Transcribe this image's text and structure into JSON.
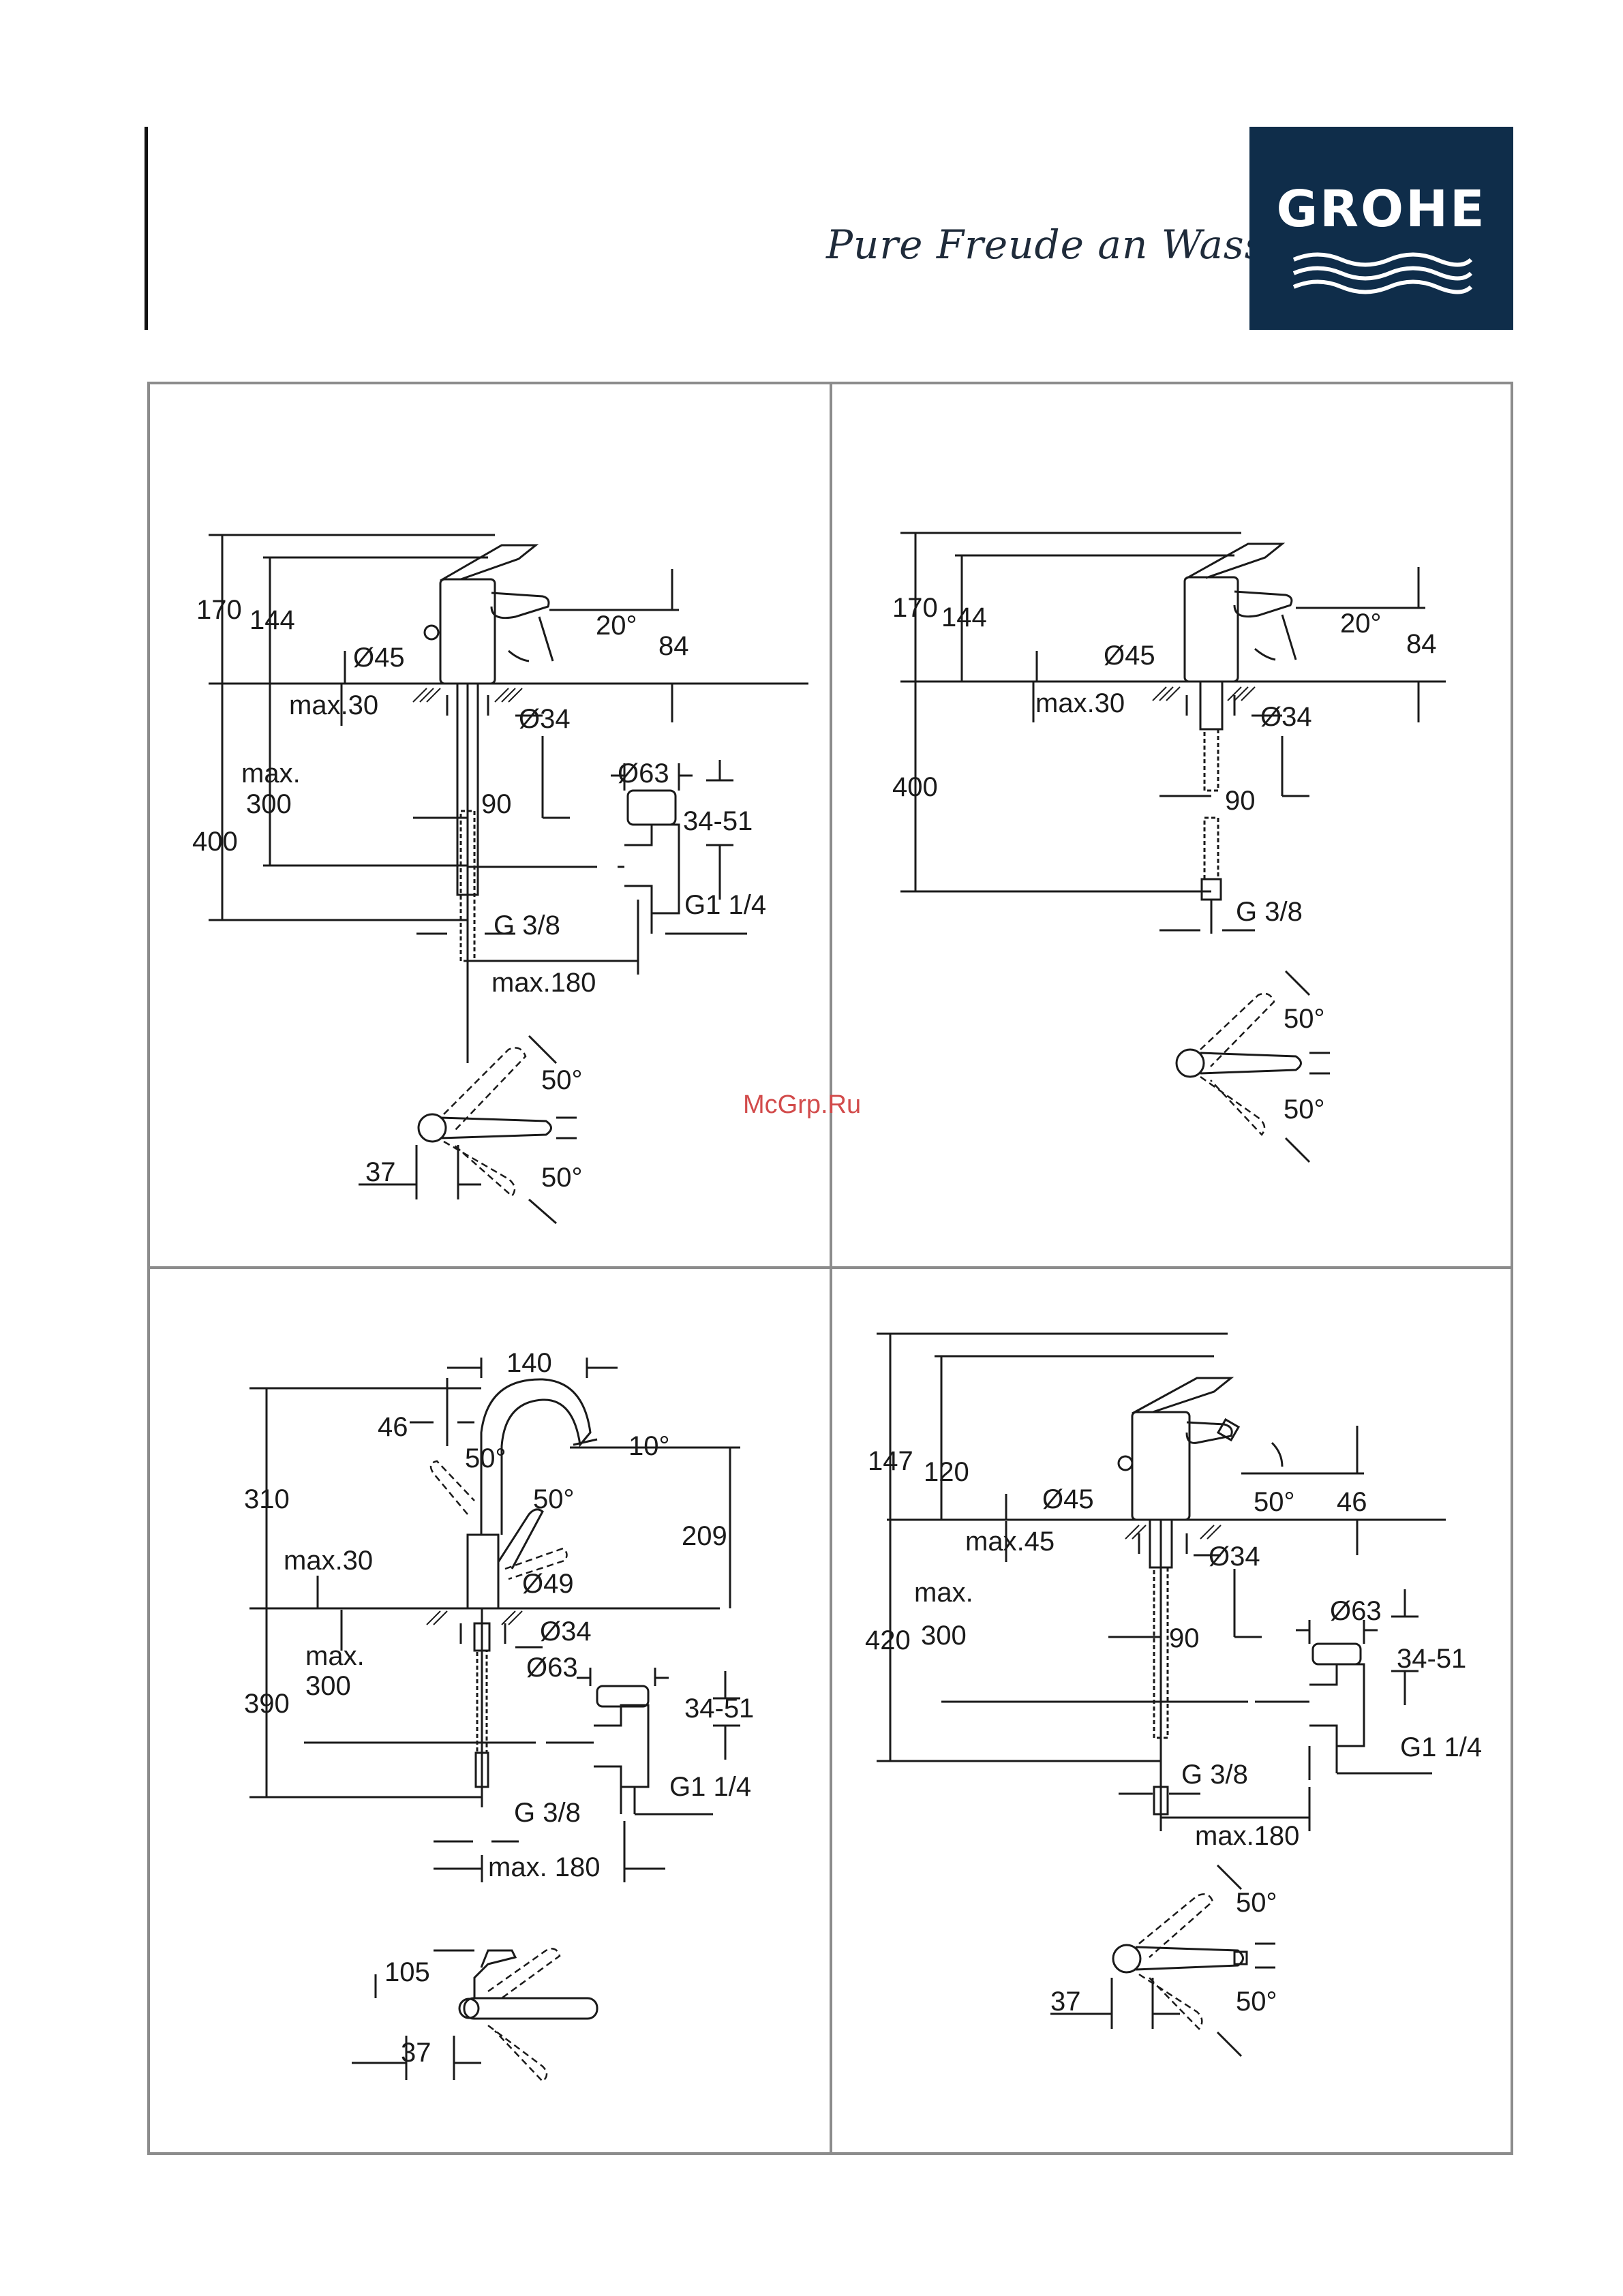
{
  "brand": {
    "logo_text": "GROHE",
    "tagline": "Pure Freude an Wasser",
    "color": "#0f2d4a"
  },
  "watermark": "McGrp.Ru",
  "panels": [
    {
      "id": "basin-mixer-popup",
      "dims": {
        "h_total": "170",
        "h_spout": "144",
        "d_base": "Ø45",
        "angle": "20°",
        "h_outlet": "84",
        "max_thick": "max.30",
        "d_hole": "Ø34",
        "d_waste": "Ø63",
        "max_word": "max.",
        "max_val": "300",
        "tail_len": "400",
        "reach": "90",
        "waste_range": "34-51",
        "thread_inlet": "G 3/8",
        "thread_waste": "G1 1/4",
        "max_rod": "max.180",
        "lever_angle_a": "50°",
        "lever_angle_b": "50°",
        "lever_offset": "37"
      }
    },
    {
      "id": "basin-mixer-smooth",
      "dims": {
        "h_total": "170",
        "h_spout": "144",
        "d_base": "Ø45",
        "angle": "20°",
        "h_outlet": "84",
        "max_thick": "max.30",
        "d_hole": "Ø34",
        "tail_len": "400",
        "reach": "90",
        "thread_inlet": "G 3/8",
        "lever_angle_a": "50°",
        "lever_angle_b": "50°"
      }
    },
    {
      "id": "basin-mixer-high-spout",
      "dims": {
        "spout_reach": "140",
        "lever_len": "46",
        "angle_spout": "10°",
        "angle_a": "50°",
        "angle_b": "50°",
        "h_total": "310",
        "h_outlet": "209",
        "max_thick": "max.30",
        "d_base": "Ø49",
        "d_hole": "Ø34",
        "d_waste": "Ø63",
        "max_word": "max.",
        "max_val": "300",
        "tail_len": "390",
        "waste_range": "34-51",
        "thread_inlet": "G 3/8",
        "thread_waste": "G1 1/4",
        "max_rod": "max. 180",
        "lever_h": "105",
        "lever_offset": "37"
      }
    },
    {
      "id": "bidet-mixer",
      "dims": {
        "h_total": "147",
        "h_spout": "120",
        "d_base": "Ø45",
        "angle": "50°",
        "h_outlet": "46",
        "max_thick": "max.45",
        "d_hole": "Ø34",
        "max_word": "max.",
        "tail_len": "420",
        "max_val": "300",
        "reach": "90",
        "d_waste": "Ø63",
        "waste_range": "34-51",
        "thread_inlet": "G 3/8",
        "thread_waste": "G1 1/4",
        "max_rod": "max.180",
        "lever_angle_a": "50°",
        "lever_angle_b": "50°",
        "lever_offset": "37"
      }
    }
  ]
}
